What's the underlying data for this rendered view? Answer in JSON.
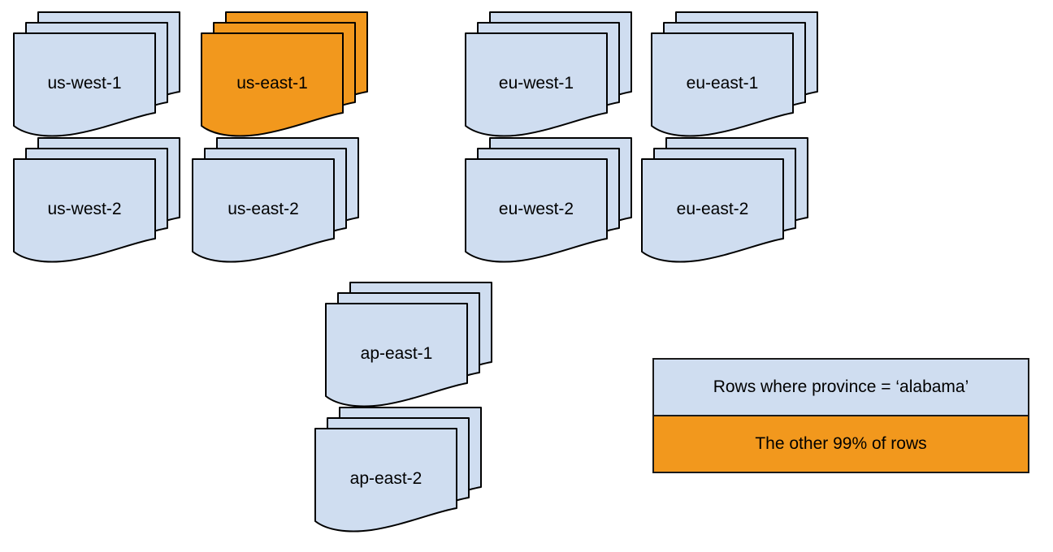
{
  "colors": {
    "region_fill": "#CFDDF0",
    "highlight_fill": "#F2981D",
    "stroke": "#000000",
    "text": "#000000",
    "background": "#FFFFFF"
  },
  "stacks": [
    {
      "label": "us-west-1",
      "variant": "default"
    },
    {
      "label": "us-east-1",
      "variant": "highlight"
    },
    {
      "label": "eu-west-1",
      "variant": "default"
    },
    {
      "label": "eu-east-1",
      "variant": "default"
    },
    {
      "label": "us-west-2",
      "variant": "default"
    },
    {
      "label": "us-east-2",
      "variant": "default"
    },
    {
      "label": "eu-west-2",
      "variant": "default"
    },
    {
      "label": "eu-east-2",
      "variant": "default"
    },
    {
      "label": "ap-east-1",
      "variant": "default"
    },
    {
      "label": "ap-east-2",
      "variant": "default"
    }
  ],
  "legend": {
    "items": [
      {
        "label": "Rows where province = ‘alabama’",
        "variant": "default"
      },
      {
        "label": "The other 99% of rows",
        "variant": "highlight"
      }
    ]
  }
}
